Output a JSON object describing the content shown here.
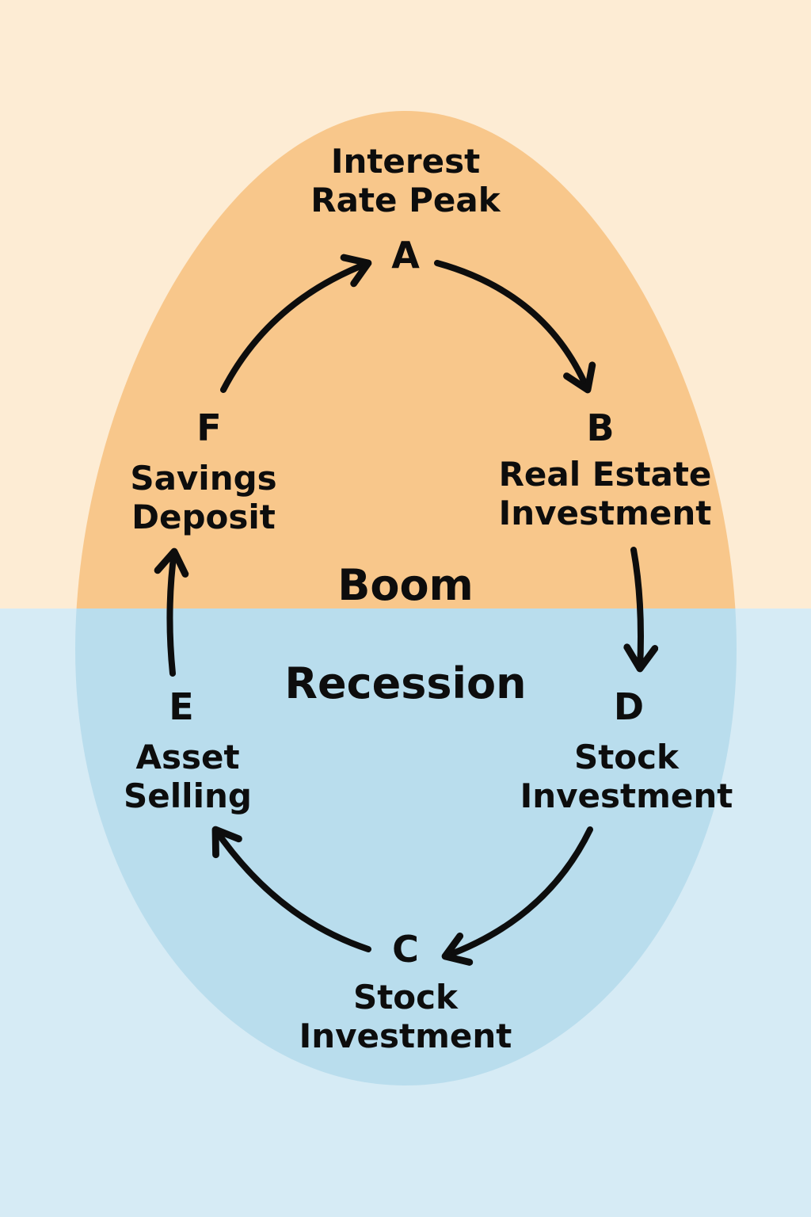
{
  "colors": {
    "background_top": "#fdecd4",
    "background_bottom": "#d6ebf5",
    "egg_top": "#f8c78b",
    "egg_bottom": "#b9dded",
    "arrow": "#0d0d0d"
  },
  "phases": {
    "boom": "Boom",
    "recession": "Recession"
  },
  "stages": {
    "A": {
      "letter": "A",
      "line1": "Interest",
      "line2": "Rate Peak"
    },
    "B": {
      "letter": "B",
      "line1": "Real Estate",
      "line2": "Investment"
    },
    "D": {
      "letter": "D",
      "line1": "Stock",
      "line2": "Investment"
    },
    "C": {
      "letter": "C",
      "line1": "Stock",
      "line2": "Investment"
    },
    "E": {
      "letter": "E",
      "line1": "Asset",
      "line2": "Selling"
    },
    "F": {
      "letter": "F",
      "line1": "Savings",
      "line2": "Deposit"
    }
  },
  "flow": [
    "A",
    "B",
    "D",
    "C",
    "E",
    "F",
    "A"
  ]
}
